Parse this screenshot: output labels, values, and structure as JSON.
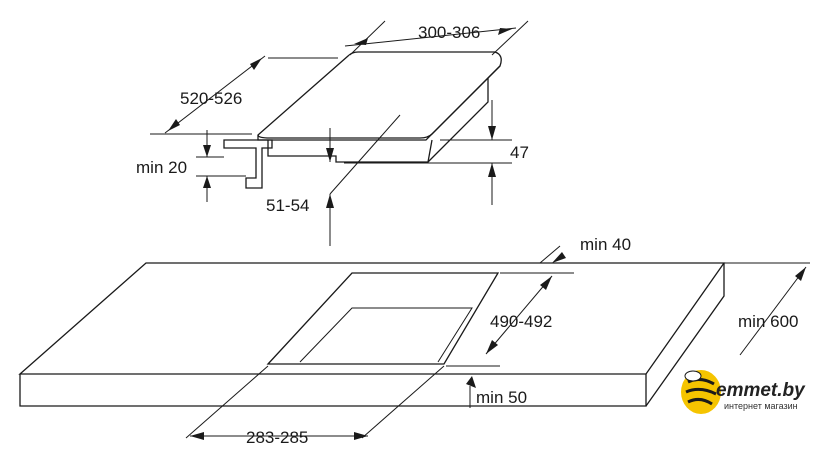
{
  "dimensions": {
    "width_range": "300-306",
    "depth_range": "520-526",
    "clearance_under": "min 20",
    "height": "47",
    "cutout_depth_offset": "51-54",
    "rear_clearance": "min 40",
    "cutout_depth": "490-492",
    "worktop_depth": "min 600",
    "front_clearance": "min 50",
    "cutout_width": "283-285"
  },
  "logo": {
    "brand": "emmet.by",
    "tagline": "интернет магазин",
    "accent_color": "#f5c400"
  },
  "colors": {
    "line": "#1a1a1a",
    "background": "#ffffff"
  }
}
